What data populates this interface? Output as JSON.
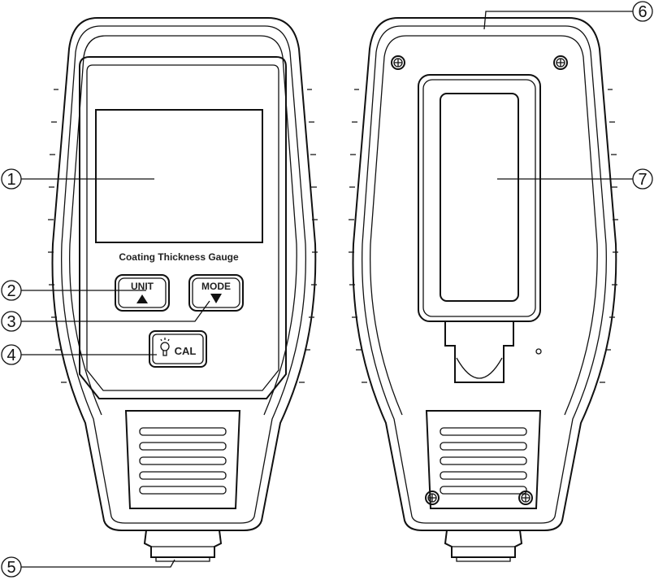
{
  "front": {
    "title": "Coating Thickness Gauge",
    "buttons": {
      "unit": "UNIT",
      "mode": "MODE",
      "cal": "CAL"
    }
  },
  "callouts": [
    "1",
    "2",
    "3",
    "4",
    "5",
    "6",
    "7"
  ]
}
